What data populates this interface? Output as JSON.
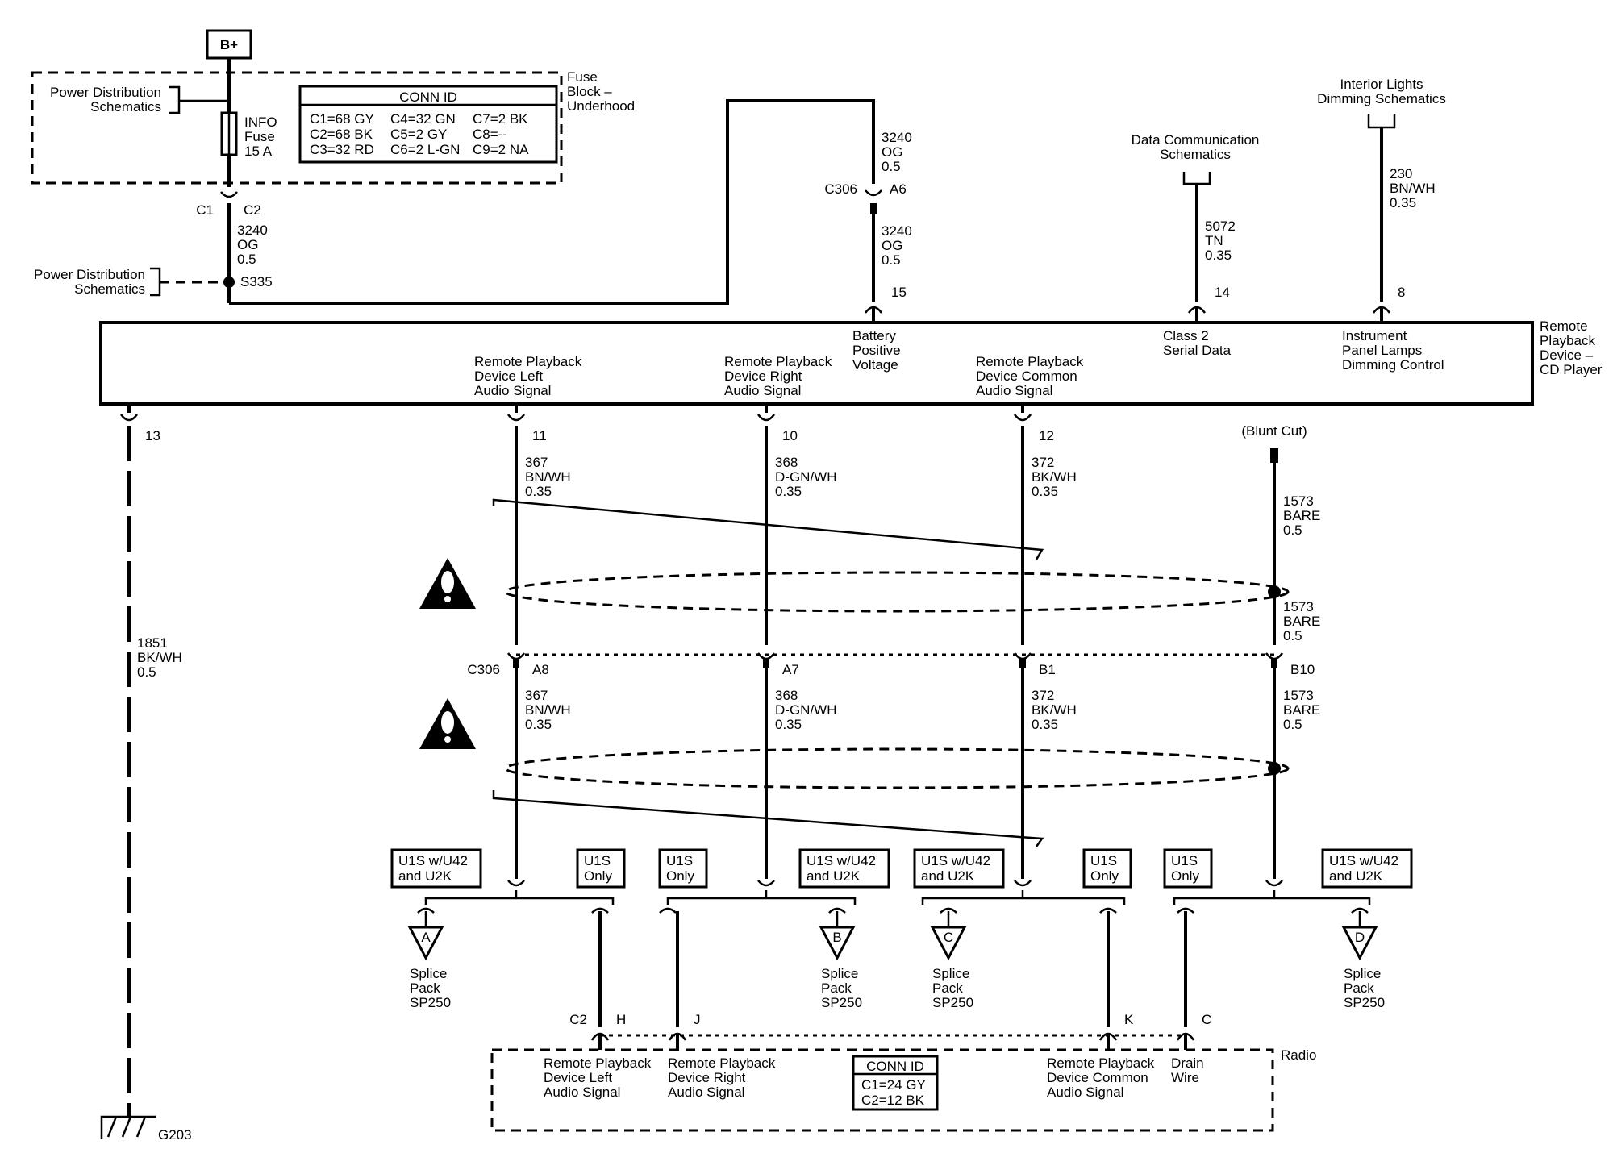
{
  "power": {
    "bplus": "B+",
    "pds1": [
      "Power Distribution",
      "Schematics"
    ],
    "pds2": [
      "Power Distribution",
      "Schematics"
    ],
    "fuse_name": [
      "INFO",
      "Fuse",
      "15 A"
    ],
    "fuse_block": [
      "Fuse",
      "Block –",
      "Underhood"
    ],
    "c1": "C1",
    "c2": "C2",
    "wire_3240_a": [
      "3240",
      "OG",
      "0.5"
    ],
    "splice": "S335",
    "conn_title": "CONN ID",
    "conn_rows": [
      [
        "C1=68 GY",
        "C4=32 GN",
        "C7=2 BK"
      ],
      [
        "C2=68 BK",
        "C5=2 GY",
        "C8=--"
      ],
      [
        "C3=32 RD",
        "C6=2 L-GN",
        "C9=2 NA"
      ]
    ]
  },
  "top_wires": {
    "w3240_b": [
      "3240",
      "OG",
      "0.5"
    ],
    "c306": "C306",
    "a6": "A6",
    "w3240_c": [
      "3240",
      "OG",
      "0.5"
    ],
    "pin15": "15",
    "data_comm": [
      "Data Communication",
      "Schematics"
    ],
    "w5072": [
      "5072",
      "TN",
      "0.35"
    ],
    "pin14": "14",
    "int_lights": [
      "Interior Lights",
      "Dimming Schematics"
    ],
    "w230": [
      "230",
      "BN/WH",
      "0.35"
    ],
    "pin8": "8"
  },
  "device": {
    "name": [
      "Remote",
      "Playback",
      "Device –",
      "CD Player"
    ],
    "sig_left": [
      "Remote Playback",
      "Device Left",
      "Audio Signal"
    ],
    "sig_right": [
      "Remote Playback",
      "Device Right",
      "Audio Signal"
    ],
    "batt": [
      "Battery",
      "Positive",
      "Voltage"
    ],
    "sig_common": [
      "Remote Playback",
      "Device Common",
      "Audio Signal"
    ],
    "class2": [
      "Class 2",
      "Serial Data"
    ],
    "ip_lamps": [
      "Instrument",
      "Panel Lamps",
      "Dimming Control"
    ]
  },
  "lower": {
    "pin13": "13",
    "pin11": "11",
    "pin10": "10",
    "pin12": "12",
    "blunt": "(Blunt Cut)",
    "w367_a": [
      "367",
      "BN/WH",
      "0.35"
    ],
    "w368_a": [
      "368",
      "D-GN/WH",
      "0.35"
    ],
    "w372_a": [
      "372",
      "BK/WH",
      "0.35"
    ],
    "w1573_a": [
      "1573",
      "BARE",
      "0.5"
    ],
    "w1573_b": [
      "1573",
      "BARE",
      "0.5"
    ],
    "w1851": [
      "1851",
      "BK/WH",
      "0.5"
    ],
    "c306": "C306",
    "a8": "A8",
    "a7": "A7",
    "b1": "B1",
    "b10": "B10",
    "w367_b": [
      "367",
      "BN/WH",
      "0.35"
    ],
    "w368_b": [
      "368",
      "D-GN/WH",
      "0.35"
    ],
    "w372_b": [
      "372",
      "BK/WH",
      "0.35"
    ],
    "w1573_c": [
      "1573",
      "BARE",
      "0.5"
    ],
    "ground": "G203"
  },
  "options": {
    "opt1": [
      "U1S w/U42",
      "and U2K"
    ],
    "opt2": [
      "U1S",
      "Only"
    ],
    "opt3": [
      "U1S",
      "Only"
    ],
    "opt4": [
      "U1S w/U42",
      "and U2K"
    ],
    "opt5": [
      "U1S w/U42",
      "and U2K"
    ],
    "opt6": [
      "U1S",
      "Only"
    ],
    "opt7": [
      "U1S",
      "Only"
    ],
    "opt8": [
      "U1S w/U42",
      "and U2K"
    ]
  },
  "splices": {
    "a_letter": "A",
    "b_letter": "B",
    "c_letter": "C",
    "d_letter": "D",
    "a_label": [
      "Splice",
      "Pack",
      "SP250"
    ],
    "b_label": [
      "Splice",
      "Pack",
      "SP250"
    ],
    "c_label": [
      "Splice",
      "Pack",
      "SP250"
    ],
    "d_label": [
      "Splice",
      "Pack",
      "SP250"
    ]
  },
  "radio": {
    "name": "Radio",
    "c2": "C2",
    "pin_h": "H",
    "pin_j": "J",
    "pin_k": "K",
    "pin_c": "C",
    "left": [
      "Remote Playback",
      "Device Left",
      "Audio Signal"
    ],
    "right": [
      "Remote Playback",
      "Device Right",
      "Audio Signal"
    ],
    "common": [
      "Remote Playback",
      "Device Common",
      "Audio Signal"
    ],
    "drain": [
      "Drain",
      "Wire"
    ],
    "conn_title": "CONN ID",
    "conn_rows": [
      "C1=24 GY",
      "C2=12 BK"
    ]
  }
}
